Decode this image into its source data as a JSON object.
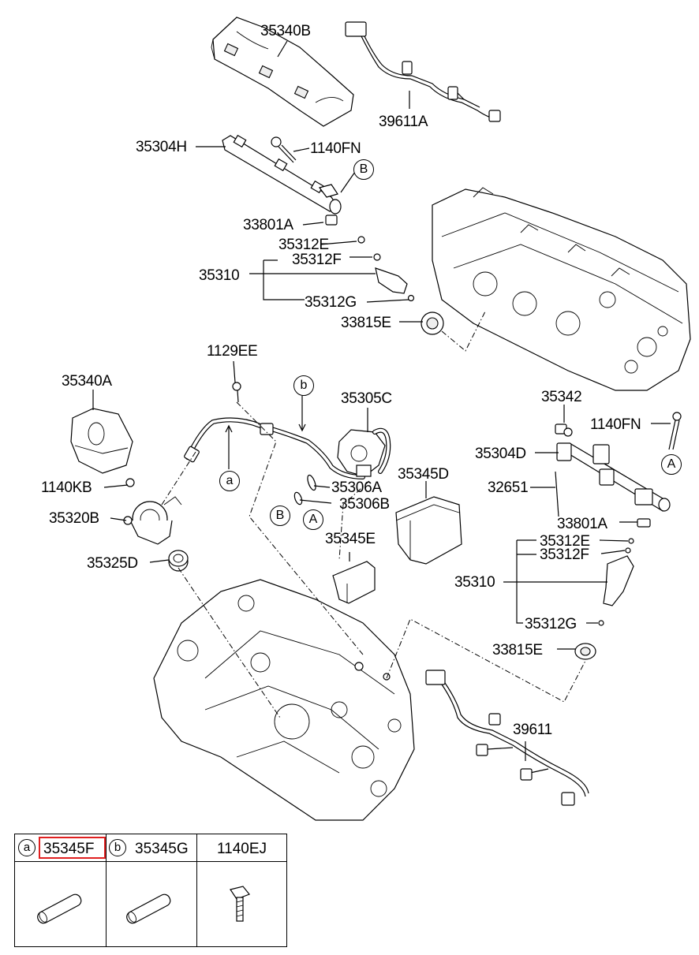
{
  "labels": {
    "p35340B": "35340B",
    "p39611A": "39611A",
    "p35304H": "35304H",
    "p1140FN_top": "1140FN",
    "p33801A_top": "33801A",
    "p35312E_top": "35312E",
    "p35312F_top": "35312F",
    "p35310_top": "35310",
    "p35312G_top": "35312G",
    "p33815E_top": "33815E",
    "p1129EE": "1129EE",
    "p35340A": "35340A",
    "p35305C": "35305C",
    "p35342": "35342",
    "p1140FN_right": "1140FN",
    "p35304D": "35304D",
    "p1140KB": "1140KB",
    "p35306A": "35306A",
    "p35306B": "35306B",
    "p35345D": "35345D",
    "p32651": "32651",
    "p35320B": "35320B",
    "p33801A_right": "33801A",
    "p35312E_right": "35312E",
    "p35312F_right": "35312F",
    "p35345E": "35345E",
    "p35325D": "35325D",
    "p35310_right": "35310",
    "p35312G_right": "35312G",
    "p33815E_right": "33815E",
    "p39611": "39611"
  },
  "callouts": {
    "b_top": "B",
    "a_small": "a",
    "b_small": "b",
    "b_low": "B",
    "a_low": "A",
    "a_right": "A"
  },
  "legend": {
    "col1_letter": "a",
    "col1_part": "35345F",
    "col2_letter": "b",
    "col2_part": "35345G",
    "col3_part": "1140EJ",
    "highlight_color": "#e02020"
  }
}
